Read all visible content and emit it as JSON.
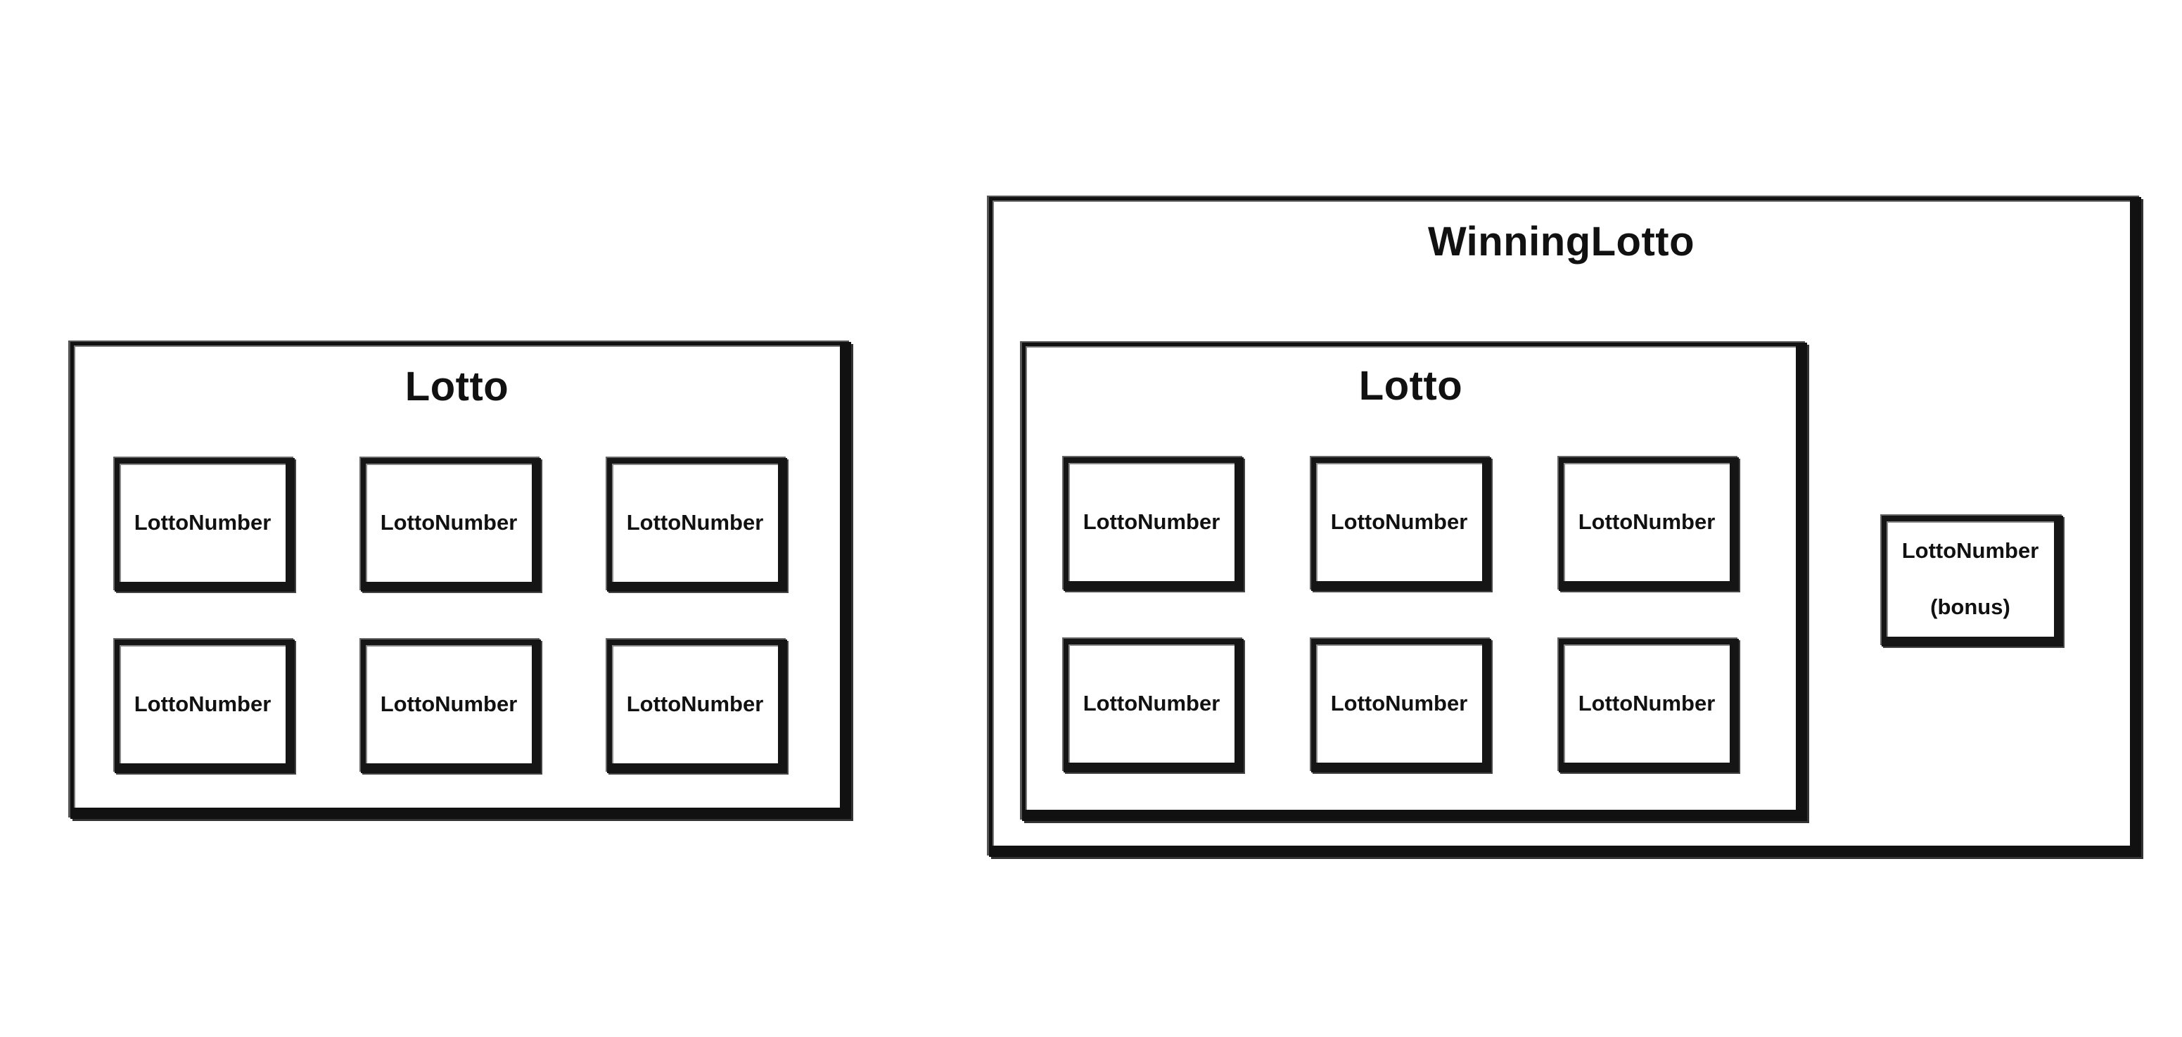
{
  "lotto": {
    "title": "Lotto",
    "numbers": [
      "LottoNumber",
      "LottoNumber",
      "LottoNumber",
      "LottoNumber",
      "LottoNumber",
      "LottoNumber"
    ]
  },
  "winning_lotto": {
    "title": "WinningLotto",
    "lotto": {
      "title": "Lotto",
      "numbers": [
        "LottoNumber",
        "LottoNumber",
        "LottoNumber",
        "LottoNumber",
        "LottoNumber",
        "LottoNumber"
      ]
    },
    "bonus_number": {
      "line1": "LottoNumber",
      "line2": "(bonus)"
    }
  }
}
